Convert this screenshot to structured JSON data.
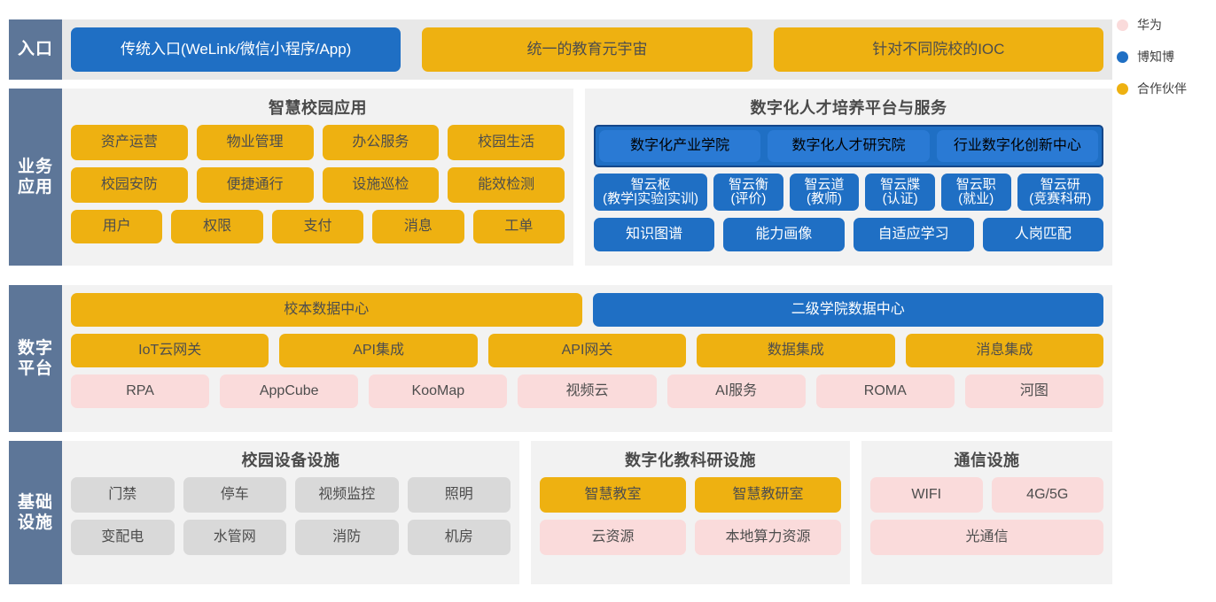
{
  "legend": {
    "items": [
      {
        "label": "华为",
        "color": "#fadbdb",
        "name": "legend-huawei"
      },
      {
        "label": "博知博",
        "color": "#1f6fc4",
        "name": "legend-bozhibo"
      },
      {
        "label": "合作伙伴",
        "color": "#eeb111",
        "name": "legend-partner"
      }
    ]
  },
  "bands": {
    "entry": {
      "label": "入口",
      "items": [
        {
          "text": "传统入口(WeLink/微信小程序/App)",
          "style": "blue"
        },
        {
          "text": "统一的教育元宇宙",
          "style": "yellow"
        },
        {
          "text": "针对不同院校的IOC",
          "style": "yellow"
        }
      ]
    },
    "business": {
      "label": "业务\n应用",
      "campus": {
        "title": "智慧校园应用",
        "row1": [
          "资产运营",
          "物业管理",
          "办公服务",
          "校园生活"
        ],
        "row2": [
          "校园安防",
          "便捷通行",
          "设施巡检",
          "能效检测"
        ],
        "row3": [
          "用户",
          "权限",
          "支付",
          "消息",
          "工单"
        ]
      },
      "talent": {
        "title": "数字化人才培养平台与服务",
        "group": [
          "数字化产业学院",
          "数字化人才研究院",
          "行业数字化创新中心"
        ],
        "zhiyun": [
          {
            "text": "智云枢\n(教学|实验|实训)",
            "flex": 136
          },
          {
            "text": "智云衡\n(评价)",
            "flex": 78
          },
          {
            "text": "智云道\n(教师)",
            "flex": 78
          },
          {
            "text": "智云牒\n(认证)",
            "flex": 78
          },
          {
            "text": "智云职\n(就业)",
            "flex": 78
          },
          {
            "text": "智云研\n(竞赛科研)",
            "flex": 100
          }
        ],
        "capabilities": [
          "知识图谱",
          "能力画像",
          "自适应学习",
          "人岗匹配"
        ]
      }
    },
    "data": {
      "label": "数字\n平台",
      "centers": [
        {
          "text": "校本数据中心",
          "style": "yellow",
          "flex": 560
        },
        {
          "text": "二级学院数据中心",
          "style": "blue",
          "flex": 560
        }
      ],
      "middle": [
        "IoT云网关",
        "API集成",
        "API网关",
        "数据集成",
        "消息集成"
      ],
      "lower": [
        "RPA",
        "AppCube",
        "KooMap",
        "视频云",
        "AI服务",
        "ROMA",
        "河图"
      ]
    },
    "infra": {
      "label": "基础\n设施",
      "device": {
        "title": "校园设备设施",
        "row1": [
          "门禁",
          "停车",
          "视频监控",
          "照明"
        ],
        "row2": [
          "变配电",
          "水管网",
          "消防",
          "机房"
        ]
      },
      "research": {
        "title": "数字化教科研设施",
        "row1": [
          "智慧教室",
          "智慧教研室"
        ],
        "row2": [
          "云资源",
          "本地算力资源"
        ]
      },
      "comm": {
        "title": "通信设施",
        "row1": [
          "WIFI",
          "4G/5G"
        ],
        "row2": [
          "光通信"
        ]
      }
    }
  },
  "colors": {
    "sidebar": "#5d7698",
    "yellow": "#eeb111",
    "blue": "#1f6fc4",
    "pink": "#fadbdb",
    "grey": "#d9d9d9",
    "panel_bg": "#f2f2f2"
  }
}
